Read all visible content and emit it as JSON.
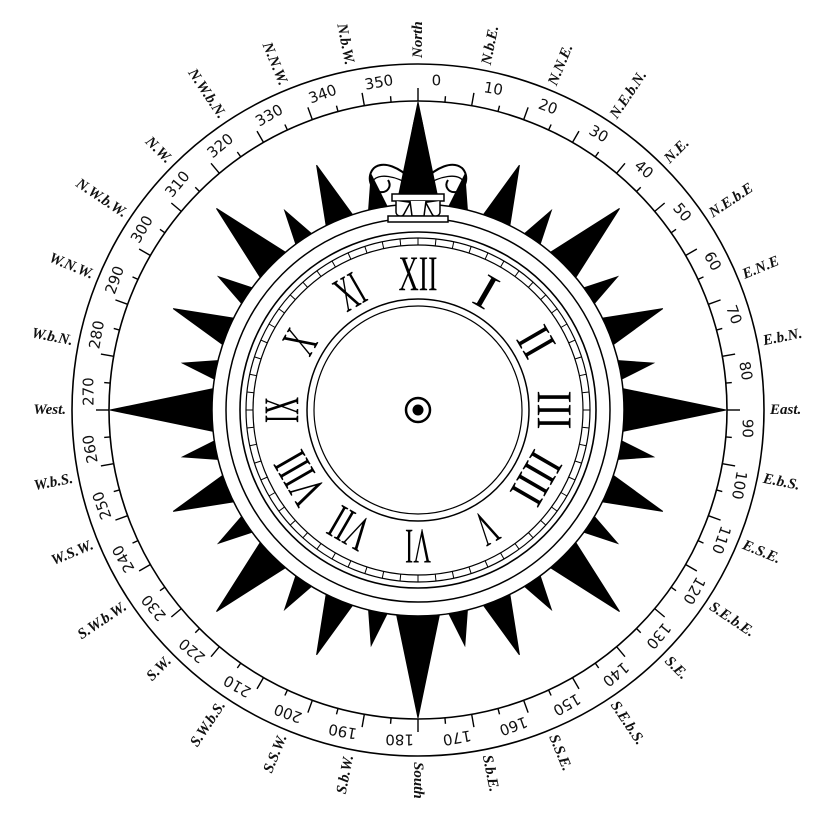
{
  "compass": {
    "point_labels": [
      {
        "text": "North",
        "bearing": 0
      },
      {
        "text": "N.b.E.",
        "bearing": 11.25
      },
      {
        "text": "N.N.E.",
        "bearing": 22.5
      },
      {
        "text": "N.E.b.N.",
        "bearing": 33.75
      },
      {
        "text": "N.E.",
        "bearing": 45
      },
      {
        "text": "N.E.b.E",
        "bearing": 56.25
      },
      {
        "text": "E.N.E",
        "bearing": 67.5
      },
      {
        "text": "E.b.N.",
        "bearing": 78.75
      },
      {
        "text": "East.",
        "bearing": 90
      },
      {
        "text": "E.b.S.",
        "bearing": 101.25
      },
      {
        "text": "E.S.E.",
        "bearing": 112.5
      },
      {
        "text": "S.E.b.E.",
        "bearing": 123.75
      },
      {
        "text": "S.E.",
        "bearing": 135
      },
      {
        "text": "S.E.b.S.",
        "bearing": 146.25
      },
      {
        "text": "S.S.E.",
        "bearing": 157.5
      },
      {
        "text": "S.b.E.",
        "bearing": 168.75
      },
      {
        "text": "South",
        "bearing": 180
      },
      {
        "text": "S.b.W.",
        "bearing": 191.25
      },
      {
        "text": "S.S.W.",
        "bearing": 202.5
      },
      {
        "text": "S.W.b.S.",
        "bearing": 213.75
      },
      {
        "text": "S.W.",
        "bearing": 225
      },
      {
        "text": "S.W.b.W.",
        "bearing": 236.25
      },
      {
        "text": "W.S.W.",
        "bearing": 247.5
      },
      {
        "text": "W.b.S.",
        "bearing": 258.75
      },
      {
        "text": "West.",
        "bearing": 270
      },
      {
        "text": "W.b.N.",
        "bearing": 281.25
      },
      {
        "text": "W.N.W.",
        "bearing": 292.5
      },
      {
        "text": "N.W.b.W.",
        "bearing": 303.75
      },
      {
        "text": "N.W.",
        "bearing": 315
      },
      {
        "text": "N.W.b.N.",
        "bearing": 326.25
      },
      {
        "text": "N.N.W.",
        "bearing": 337.5
      },
      {
        "text": "N.b.W.",
        "bearing": 348.75
      }
    ],
    "degree_labels": [
      "0",
      "10",
      "20",
      "30",
      "40",
      "50",
      "60",
      "70",
      "80",
      "90",
      "100",
      "110",
      "120",
      "130",
      "140",
      "150",
      "160",
      "170",
      "180",
      "190",
      "200",
      "210",
      "220",
      "230",
      "240",
      "250",
      "260",
      "270",
      "280",
      "290",
      "300",
      "310",
      "320",
      "330",
      "340",
      "350"
    ],
    "clock_numerals": [
      "XII",
      "I",
      "II",
      "III",
      "IIII",
      "V",
      "VI",
      "VII",
      "VIII",
      "IX",
      "X",
      "XI"
    ]
  }
}
